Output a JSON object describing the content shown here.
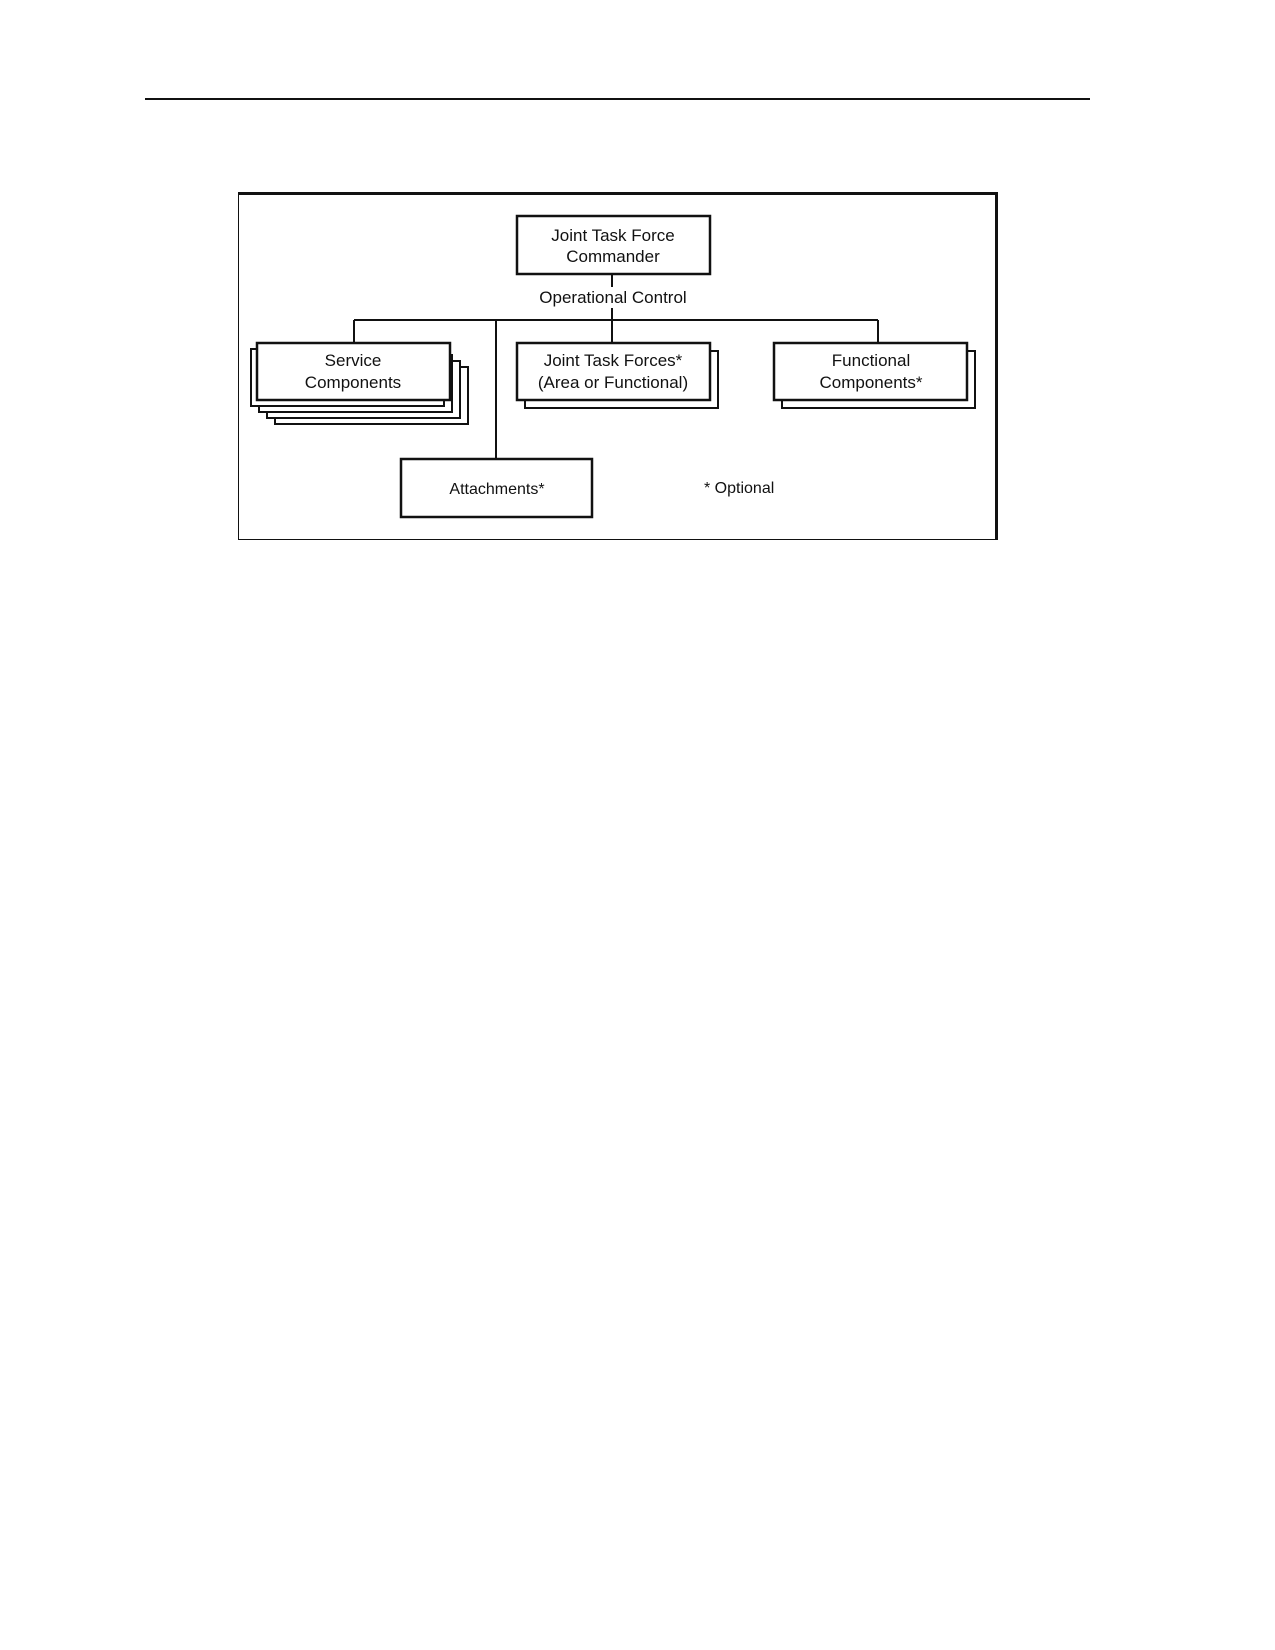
{
  "diagram": {
    "commander": {
      "line1": "Joint Task Force",
      "line2": "Commander"
    },
    "relationship_label": "Operational Control",
    "service_components": {
      "line1": "Service",
      "line2": "Components"
    },
    "joint_task_forces": {
      "line1": "Joint Task Forces*",
      "line2": "(Area or Functional)"
    },
    "functional_components": {
      "line1": "Functional",
      "line2": "Components*"
    },
    "attachments": {
      "label": "Attachments*"
    },
    "legend": "* Optional"
  }
}
